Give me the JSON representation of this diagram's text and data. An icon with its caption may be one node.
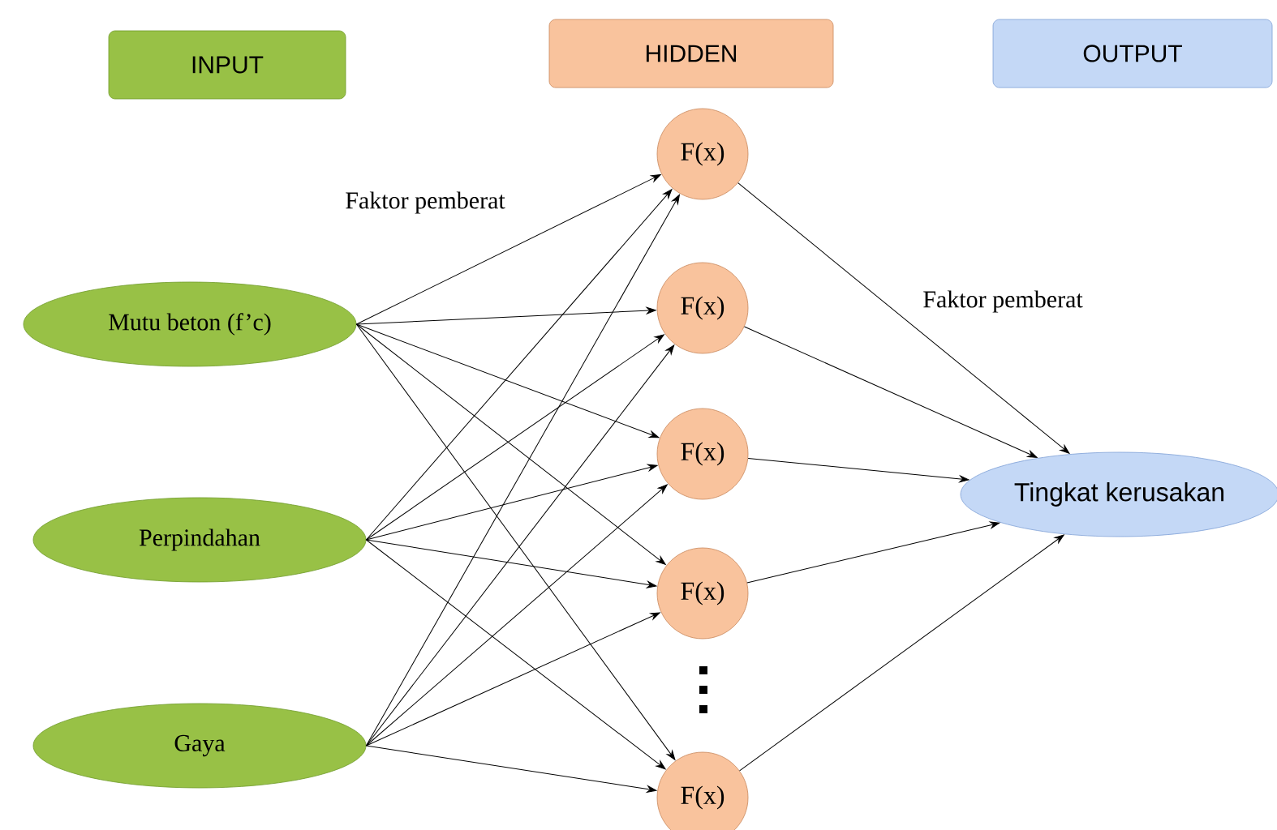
{
  "diagram": {
    "nodes": [
      {
        "text": [
          "INPUT"
        ]
      },
      {
        "text": [
          "HIDDEN"
        ]
      },
      {
        "text": [
          "OUTPUT"
        ]
      },
      {
        "text": [
          "Mutu beton (f’c)"
        ]
      },
      {
        "text": [
          "Perpindahan"
        ]
      },
      {
        "text": [
          "Gaya"
        ]
      },
      {
        "text": [
          "F(x)"
        ]
      },
      {
        "text": [
          "F(x)"
        ]
      },
      {
        "text": [
          "F(x)"
        ]
      },
      {
        "text": [
          "F(x)"
        ]
      },
      {
        "text": [
          "F(x)"
        ]
      },
      {
        "text": [
          "Tingkat kerusakan"
        ]
      }
    ],
    "edges": [
      {
        "from": 3,
        "to": 6,
        "arrow": "to"
      },
      {
        "from": 3,
        "to": 7,
        "arrow": "to"
      },
      {
        "from": 3,
        "to": 8,
        "arrow": "to"
      },
      {
        "from": 3,
        "to": 9,
        "arrow": "to"
      },
      {
        "from": 3,
        "to": 10,
        "arrow": "to"
      },
      {
        "from": 4,
        "to": 6,
        "arrow": "to"
      },
      {
        "from": 4,
        "to": 7,
        "arrow": "to"
      },
      {
        "from": 4,
        "to": 8,
        "arrow": "to"
      },
      {
        "from": 4,
        "to": 9,
        "arrow": "to"
      },
      {
        "from": 4,
        "to": 10,
        "arrow": "to"
      },
      {
        "from": 5,
        "to": 6,
        "arrow": "to"
      },
      {
        "from": 5,
        "to": 7,
        "arrow": "to"
      },
      {
        "from": 5,
        "to": 8,
        "arrow": "to"
      },
      {
        "from": 5,
        "to": 9,
        "arrow": "to"
      },
      {
        "from": 5,
        "to": 10,
        "arrow": "to"
      },
      {
        "from": 6,
        "to": 11,
        "arrow": "to"
      },
      {
        "from": 7,
        "to": 11,
        "arrow": "to"
      },
      {
        "from": 8,
        "to": 11,
        "arrow": "to"
      },
      {
        "from": 9,
        "to": 11,
        "arrow": "to"
      },
      {
        "from": 10,
        "to": 11,
        "arrow": "to"
      }
    ],
    "labels": [
      "Faktor pemberat",
      "Faktor pemberat"
    ]
  }
}
